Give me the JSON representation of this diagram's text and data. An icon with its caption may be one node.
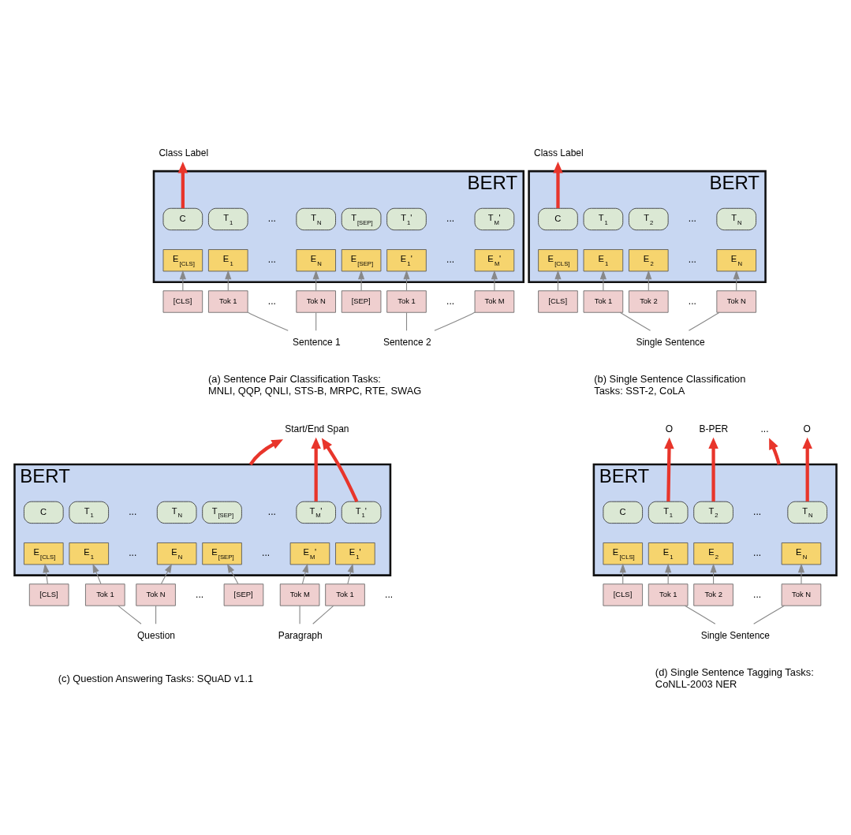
{
  "diagram": {
    "nodes": [
      {
        "text": [
          "Class Label"
        ]
      },
      {
        "text": [
          "BERT"
        ]
      },
      {
        "text": [
          "C"
        ],
        "in": 1
      },
      {
        "text": [
          "T$_{1}$"
        ],
        "in": 1
      },
      {
        "text": [
          "T$_{N}$"
        ],
        "in": 1
      },
      {
        "text": [
          "T$_{[SEP]}$"
        ],
        "in": 1
      },
      {
        "text": [
          "T$_{1}$'"
        ],
        "in": 1
      },
      {
        "text": [
          "T$_{M}$'"
        ],
        "in": 1
      },
      {
        "text": [
          "E$_{[CLS]}$"
        ],
        "in": 1
      },
      {
        "text": [
          "E$_{1}$"
        ],
        "in": 1
      },
      {
        "text": [
          "E$_{N}$"
        ],
        "in": 1
      },
      {
        "text": [
          "E$_{[SEP]}$"
        ],
        "in": 1
      },
      {
        "text": [
          "E$_{1}$'"
        ],
        "in": 1
      },
      {
        "text": [
          "E$_{M}$'"
        ],
        "in": 1
      },
      {
        "text": [
          "[CLS]"
        ]
      },
      {
        "text": [
          "Tok 1"
        ]
      },
      {
        "text": [
          "Tok N"
        ]
      },
      {
        "text": [
          "[SEP]"
        ]
      },
      {
        "text": [
          "Tok 1"
        ]
      },
      {
        "text": [
          "Tok M"
        ]
      },
      {
        "text": [
          "Sentence 1"
        ]
      },
      {
        "text": [
          "Sentence 2"
        ]
      },
      {
        "text": [
          "Class Label"
        ]
      },
      {
        "text": [
          "BERT"
        ]
      },
      {
        "text": [
          "C"
        ],
        "in": 23
      },
      {
        "text": [
          "T$_{1}$"
        ],
        "in": 23
      },
      {
        "text": [
          "T$_{2}$"
        ],
        "in": 23
      },
      {
        "text": [
          "T$_{N}$"
        ],
        "in": 23
      },
      {
        "text": [
          "E$_{[CLS]}$"
        ],
        "in": 23
      },
      {
        "text": [
          "E$_{1}$"
        ],
        "in": 23
      },
      {
        "text": [
          "E$_{2}$"
        ],
        "in": 23
      },
      {
        "text": [
          "E$_{N}$"
        ],
        "in": 23
      },
      {
        "text": [
          "[CLS]"
        ]
      },
      {
        "text": [
          "Tok 1"
        ]
      },
      {
        "text": [
          "Tok 2"
        ]
      },
      {
        "text": [
          "Tok N"
        ]
      },
      {
        "text": [
          "Single Sentence"
        ]
      },
      {
        "text": [
          "Start/End Span"
        ]
      },
      {
        "text": [
          "BERT"
        ]
      },
      {
        "text": [
          "C"
        ],
        "in": 38
      },
      {
        "text": [
          "T$_{1}$"
        ],
        "in": 38
      },
      {
        "text": [
          "T$_{N}$"
        ],
        "in": 38
      },
      {
        "text": [
          "T$_{[SEP]}$"
        ],
        "in": 38
      },
      {
        "text": [
          "T$_{1}$'"
        ],
        "in": 38
      },
      {
        "text": [
          "T$_{M}$'"
        ],
        "in": 38
      },
      {
        "text": [
          "E$_{[CLS]}$"
        ],
        "in": 38
      },
      {
        "text": [
          "E$_{1}$"
        ],
        "in": 38
      },
      {
        "text": [
          "E$_{N}$"
        ],
        "in": 38
      },
      {
        "text": [
          "E$_{[SEP]}$"
        ],
        "in": 38
      },
      {
        "text": [
          "E$_{1}$'"
        ],
        "in": 38
      },
      {
        "text": [
          "E$_{M}$'"
        ],
        "in": 38
      },
      {
        "text": [
          "[CLS]"
        ]
      },
      {
        "text": [
          "Tok 1"
        ]
      },
      {
        "text": [
          "Tok N"
        ]
      },
      {
        "text": [
          "[SEP]"
        ]
      },
      {
        "text": [
          "Tok 1"
        ]
      },
      {
        "text": [
          "Tok M"
        ]
      },
      {
        "text": [
          "Question"
        ]
      },
      {
        "text": [
          "Paragraph"
        ]
      },
      {
        "text": [
          "O"
        ]
      },
      {
        "text": [
          "B-PER"
        ]
      },
      {
        "text": [
          "..."
        ]
      },
      {
        "text": [
          "O"
        ]
      },
      {
        "text": [
          "BERT"
        ]
      },
      {
        "text": [
          "C"
        ],
        "in": 63
      },
      {
        "text": [
          "T$_{1}$"
        ],
        "in": 63
      },
      {
        "text": [
          "T$_{2}$"
        ],
        "in": 63
      },
      {
        "text": [
          "T$_{N}$"
        ],
        "in": 63
      },
      {
        "text": [
          "E$_{[CLS]}$"
        ],
        "in": 63
      },
      {
        "text": [
          "E$_{1}$"
        ],
        "in": 63
      },
      {
        "text": [
          "E$_{2}$"
        ],
        "in": 63
      },
      {
        "text": [
          "E$_{N}$"
        ],
        "in": 63
      },
      {
        "text": [
          "[CLS]"
        ]
      },
      {
        "text": [
          "Tok 1"
        ]
      },
      {
        "text": [
          "Tok 2"
        ]
      },
      {
        "text": [
          "Tok N"
        ]
      },
      {
        "text": [
          "Single Sentence"
        ]
      }
    ],
    "edges": [
      {
        "from": 2,
        "to": 0,
        "arrow": "to",
        "style": "thick",
        "color": "#e8352b"
      },
      {
        "from": 14,
        "to": 8,
        "arrow": "to"
      },
      {
        "from": 15,
        "to": 9,
        "arrow": "to"
      },
      {
        "from": 16,
        "to": 10,
        "arrow": "to"
      },
      {
        "from": 17,
        "to": 11,
        "arrow": "to"
      },
      {
        "from": 18,
        "to": 12,
        "arrow": "to"
      },
      {
        "from": 19,
        "to": 13,
        "arrow": "to"
      },
      {
        "from": 20,
        "to": 15,
        "arrow": "none"
      },
      {
        "from": 20,
        "to": 16,
        "arrow": "none"
      },
      {
        "from": 21,
        "to": 18,
        "arrow": "none"
      },
      {
        "from": 21,
        "to": 19,
        "arrow": "none"
      },
      {
        "from": 24,
        "to": 22,
        "arrow": "to",
        "style": "thick",
        "color": "#e8352b"
      },
      {
        "from": 32,
        "to": 28,
        "arrow": "to"
      },
      {
        "from": 33,
        "to": 29,
        "arrow": "to"
      },
      {
        "from": 34,
        "to": 30,
        "arrow": "to"
      },
      {
        "from": 35,
        "to": 31,
        "arrow": "to"
      },
      {
        "from": 36,
        "to": 33,
        "arrow": "none"
      },
      {
        "from": 36,
        "to": 35,
        "arrow": "none"
      },
      {
        "from": 43,
        "to": 37,
        "arrow": "to",
        "style": "thick",
        "color": "#e8352b"
      },
      {
        "from": 38,
        "to": 37,
        "arrow": "to",
        "style": "thick",
        "color": "#e8352b"
      },
      {
        "from": 44,
        "to": 37,
        "arrow": "to",
        "style": "thick",
        "color": "#e8352b"
      },
      {
        "from": 51,
        "to": 45,
        "arrow": "to"
      },
      {
        "from": 52,
        "to": 46,
        "arrow": "to"
      },
      {
        "from": 53,
        "to": 47,
        "arrow": "to"
      },
      {
        "from": 54,
        "to": 48,
        "arrow": "to"
      },
      {
        "from": 55,
        "to": 49,
        "arrow": "to"
      },
      {
        "from": 56,
        "to": 50,
        "arrow": "to"
      },
      {
        "from": 57,
        "to": 52,
        "arrow": "none"
      },
      {
        "from": 57,
        "to": 53,
        "arrow": "none"
      },
      {
        "from": 58,
        "to": 55,
        "arrow": "none"
      },
      {
        "from": 58,
        "to": 56,
        "arrow": "none"
      },
      {
        "from": 65,
        "to": 59,
        "arrow": "to",
        "style": "thick",
        "color": "#e8352b"
      },
      {
        "from": 66,
        "to": 60,
        "arrow": "to",
        "style": "thick",
        "color": "#e8352b"
      },
      {
        "from": 63,
        "to": 61,
        "arrow": "to",
        "style": "thick",
        "color": "#e8352b"
      },
      {
        "from": 67,
        "to": 62,
        "arrow": "to",
        "style": "thick",
        "color": "#e8352b"
      },
      {
        "from": 72,
        "to": 68,
        "arrow": "to"
      },
      {
        "from": 73,
        "to": 69,
        "arrow": "to"
      },
      {
        "from": 74,
        "to": 70,
        "arrow": "to"
      },
      {
        "from": 75,
        "to": 71,
        "arrow": "to"
      },
      {
        "from": 76,
        "to": 73,
        "arrow": "none"
      },
      {
        "from": 76,
        "to": 75,
        "arrow": "none"
      }
    ],
    "labels": [
      "...",
      "...",
      "...",
      "...",
      "...",
      "...",
      "(a) Sentence Pair Classification Tasks: MNLI, QQP, QNLI, STS-B, MRPC, RTE, SWAG",
      "...",
      "...",
      "...",
      "(b) Single Sentence Classification Tasks: SST-2, CoLA",
      "...",
      "...",
      "...",
      "...",
      "...",
      "...",
      "(c) Question Answering Tasks: SQuAD v1.1",
      "...",
      "...",
      "...",
      "(d) Single Sentence Tagging Tasks: CoNLL-2003 NER"
    ]
  }
}
